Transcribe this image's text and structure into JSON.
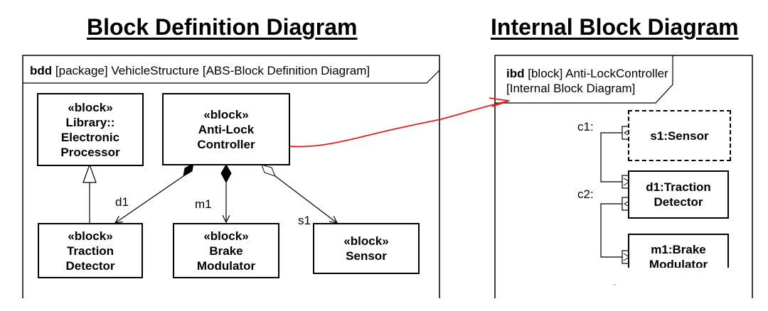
{
  "bdd": {
    "title": "Block Definition Diagram",
    "frame_kind": "bdd",
    "frame_rest": "[package] VehicleStructure [ABS-Block Definition Diagram]",
    "blocks": {
      "processor": {
        "stereotype": "«block»",
        "line1": "Library::",
        "line2": "Electronic",
        "line3": "Processor"
      },
      "controller": {
        "stereotype": "«block»",
        "line1": "Anti-Lock",
        "line2": "Controller"
      },
      "traction": {
        "stereotype": "«block»",
        "line1": "Traction",
        "line2": "Detector"
      },
      "brake": {
        "stereotype": "«block»",
        "line1": "Brake",
        "line2": "Modulator"
      },
      "sensor": {
        "stereotype": "«block»",
        "line1": "Sensor"
      }
    },
    "roles": {
      "d1": "d1",
      "m1": "m1",
      "s1": "s1"
    }
  },
  "ibd": {
    "title": "Internal Block Diagram",
    "frame_kind": "ibd",
    "frame_line1": "[block] Anti-LockController",
    "frame_line2": "[Internal Block Diagram]",
    "parts": {
      "sensor": "s1:Sensor",
      "traction_line1": "d1:Traction",
      "traction_line2": "Detector",
      "brake_line1": "m1:Brake",
      "brake_line2": "Modulator"
    },
    "connectors": {
      "c1": "c1:",
      "c2": "c2:"
    }
  },
  "colors": {
    "link_red": "#e02020",
    "stroke": "#000000"
  }
}
